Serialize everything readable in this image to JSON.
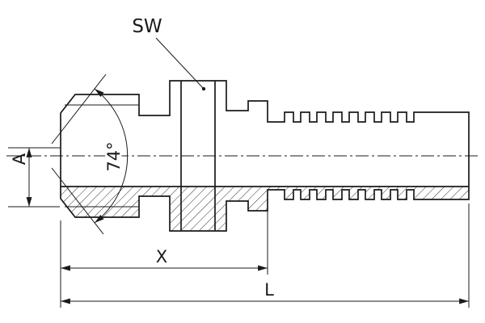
{
  "labels": {
    "sw": "SW",
    "angle": "74°",
    "a": "A",
    "x": "X",
    "l": "L"
  },
  "colors": {
    "line": "#1a1a1a",
    "background": "#ffffff"
  }
}
